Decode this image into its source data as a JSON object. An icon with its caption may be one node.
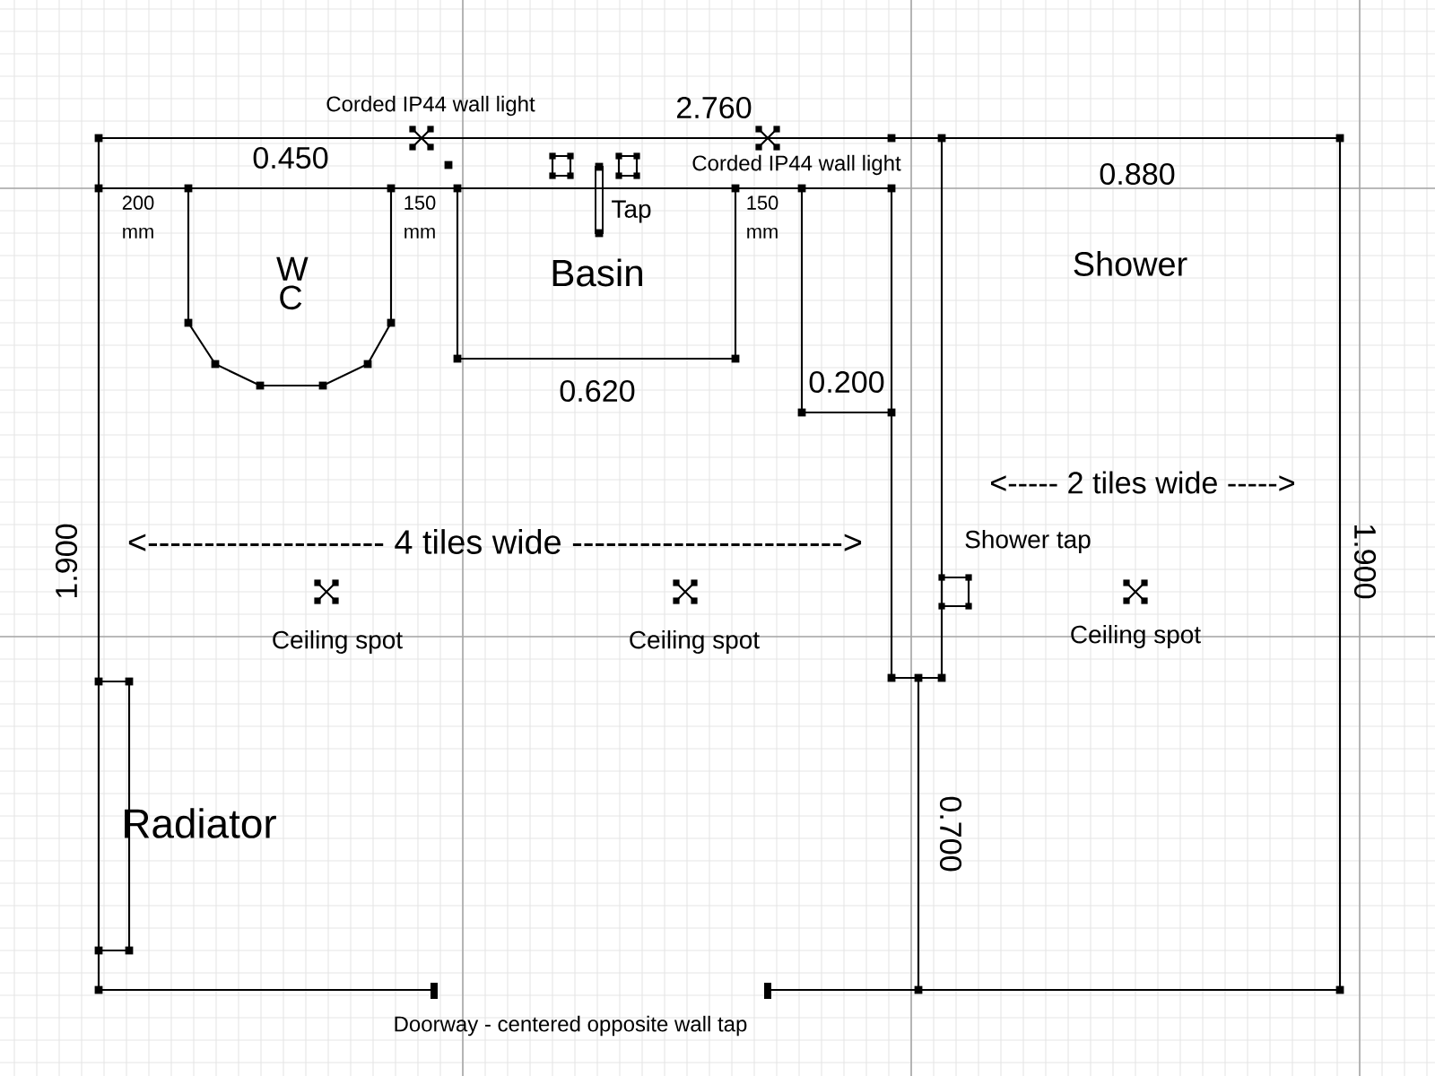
{
  "diagram": {
    "nodes": [
      {
        "text": [
          "W C"
        ]
      },
      {
        "text": [
          "Basin"
        ]
      },
      {
        "text": [
          "Radiator"
        ]
      }
    ],
    "labels": [
      "Corded IP44 wall light",
      "2.760",
      "0.450",
      "Corded IP44 wall light",
      "200 mm",
      "150 mm",
      "Tap",
      "150 mm",
      "0.880",
      "Shower",
      "0.620",
      "0.200",
      "<----- 2 tiles wide ----->",
      "1.900",
      "<--------------------- 4 tiles wide ------------------------>",
      "Shower tap",
      "1.900",
      "Ceiling spot",
      "Ceiling spot",
      "Ceiling spot",
      "0.700",
      "Doorway - centered opposite wall tap"
    ]
  }
}
